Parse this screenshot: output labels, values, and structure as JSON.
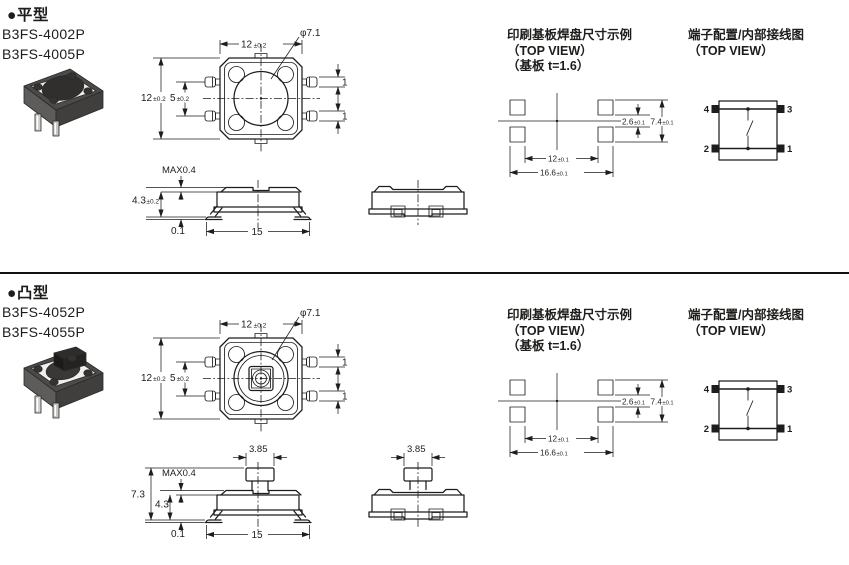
{
  "colors": {
    "ink": "#1d1d1b",
    "paper": "#ffffff"
  },
  "sections": [
    {
      "title": "●平型",
      "models": [
        "B3FS-4002P",
        "B3FS-4005P"
      ],
      "top_view": {
        "width": "12",
        "width_tol": "±0.2",
        "height": "12",
        "height_tol": "±0.2",
        "pin_pitch": "5",
        "pin_pitch_tol": "±0.2",
        "button_dia": "φ7.1",
        "pin_width_upper": "1",
        "pin_width_lower": "1"
      },
      "side_view": {
        "protrusion": "MAX0.4",
        "body_height": "4.3",
        "body_height_tol": "±0.2",
        "standoff": "0.1",
        "lead_span": "15"
      },
      "pcb": {
        "title": "印刷基板焊盘尺寸示例",
        "subtitle": "（TOP VIEW）",
        "board": "（基板 t=1.6）",
        "pad_gap": "2.6",
        "pad_gap_tol": "±0.1",
        "pad_span": "7.4",
        "pad_span_tol": "±0.1",
        "pitch": "12",
        "pitch_tol": "±0.1",
        "outer": "16.6",
        "outer_tol": "±0.1"
      },
      "terminal": {
        "title": "端子配置/内部接线图",
        "subtitle": "（TOP VIEW）",
        "pins": [
          "4",
          "3",
          "2",
          "1"
        ]
      }
    },
    {
      "title": "●凸型",
      "models": [
        "B3FS-4052P",
        "B3FS-4055P"
      ],
      "top_view": {
        "width": "12",
        "width_tol": "±0.2",
        "height": "12",
        "height_tol": "±0.2",
        "pin_pitch": "5",
        "pin_pitch_tol": "±0.2",
        "button_dia": "φ7.1",
        "pin_width_upper": "1",
        "pin_width_lower": "1"
      },
      "side_view": {
        "plunger_width": "3.85",
        "plunger_width_side": "3.85",
        "total_height": "7.3",
        "protrusion": "MAX0.4",
        "body_height": "4.3",
        "standoff": "0.1",
        "lead_span": "15"
      },
      "pcb": {
        "title": "印刷基板焊盘尺寸示例",
        "subtitle": "（TOP VIEW）",
        "board": "（基板 t=1.6）",
        "pad_gap": "2.6",
        "pad_gap_tol": "±0.1",
        "pad_span": "7.4",
        "pad_span_tol": "±0.1",
        "pitch": "12",
        "pitch_tol": "±0.1",
        "outer": "16.6",
        "outer_tol": "±0.1"
      },
      "terminal": {
        "title": "端子配置/内部接线图",
        "subtitle": "（TOP VIEW）",
        "pins": [
          "4",
          "3",
          "2",
          "1"
        ]
      }
    }
  ]
}
